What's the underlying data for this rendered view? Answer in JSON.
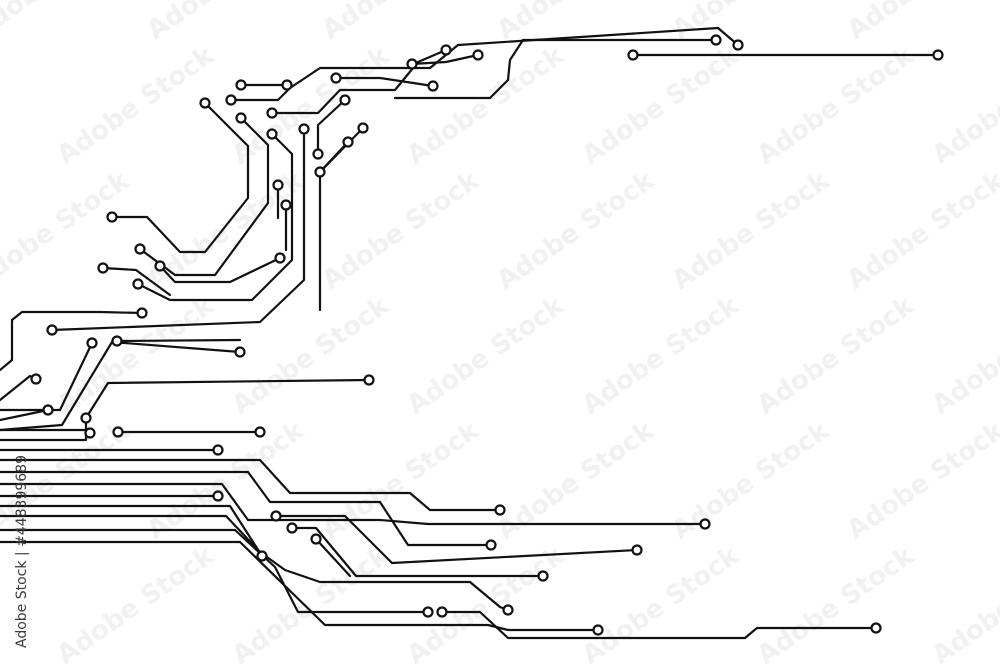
{
  "image": {
    "kind": "circuit-board-line-art",
    "background_color": "#ffffff",
    "line_color": "#111111",
    "watermark_text": "Adobe Stock",
    "stock_id_text": "Adobe Stock | #448399689"
  }
}
